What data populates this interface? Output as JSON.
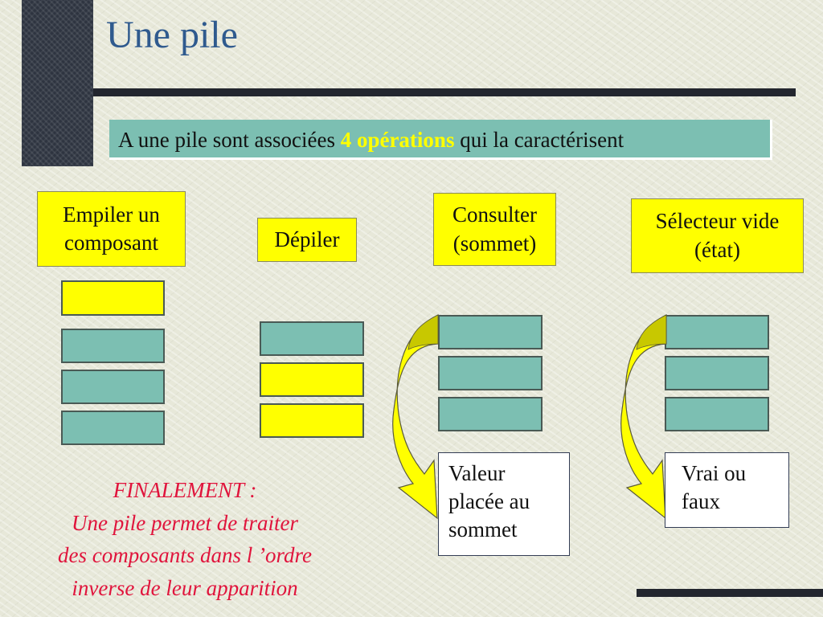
{
  "slide": {
    "title": "Une pile",
    "banner": {
      "prefix": "A une pile sont associées ",
      "highlight": "4 opérations",
      "suffix": " qui la caractérisent"
    },
    "operations": [
      {
        "line1": "Empiler un",
        "line2": "composant"
      },
      {
        "line1": "Dépiler"
      },
      {
        "line1": "Consulter",
        "line2": "(sommet)"
      },
      {
        "line1": "Sélecteur vide",
        "line2": "(état)"
      }
    ],
    "results": {
      "consult": {
        "line1": "Valeur",
        "line2": "placée au",
        "line3": "sommet"
      },
      "empty": {
        "line1": "Vrai ou",
        "line2": "faux"
      }
    },
    "conclusion": {
      "line1": "FINALEMENT :",
      "line2": "Une pile permet de traiter",
      "line3": "des composants dans l ’ordre",
      "line4": "inverse de leur apparition"
    },
    "colors": {
      "title": "#2f5a8e",
      "banner_bg": "#7cbfb2",
      "accent": "#ffff00",
      "stack_teal": "#7cbfb2",
      "stack_yellow": "#ffff00",
      "conclusion": "#e0143c"
    },
    "icons": [
      "curved-arrow-icon"
    ]
  }
}
